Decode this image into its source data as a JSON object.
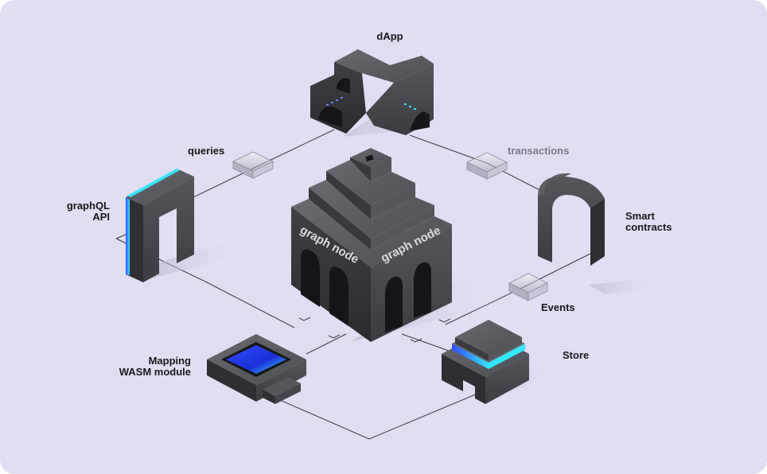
{
  "labels": {
    "dapp": "dApp",
    "queries": "queries",
    "transactions": "transactions",
    "graphql_line1": "graphQL",
    "graphql_line2": "API",
    "smart_line1": "Smart",
    "smart_line2": "contracts",
    "events": "Events",
    "mapping_line1": "Mapping",
    "mapping_line2": "WASM module",
    "store": "Store",
    "graph_node_left": "graph node",
    "graph_node_right": "graph node"
  },
  "colors": {
    "background": "#e1ddf2",
    "block_dark": "#2e2e33",
    "block_mid": "#45454b",
    "block_light": "#5c5c63",
    "accent_blue": "#2f4dff",
    "accent_cyan": "#35e6ff",
    "line": "#3a3a40",
    "muted_text": "#7b7a86"
  },
  "icons": {
    "queries_packet": "glass-cube-icon",
    "transactions_packet": "glass-cube-icon",
    "events_packet": "glass-cube-icon"
  }
}
